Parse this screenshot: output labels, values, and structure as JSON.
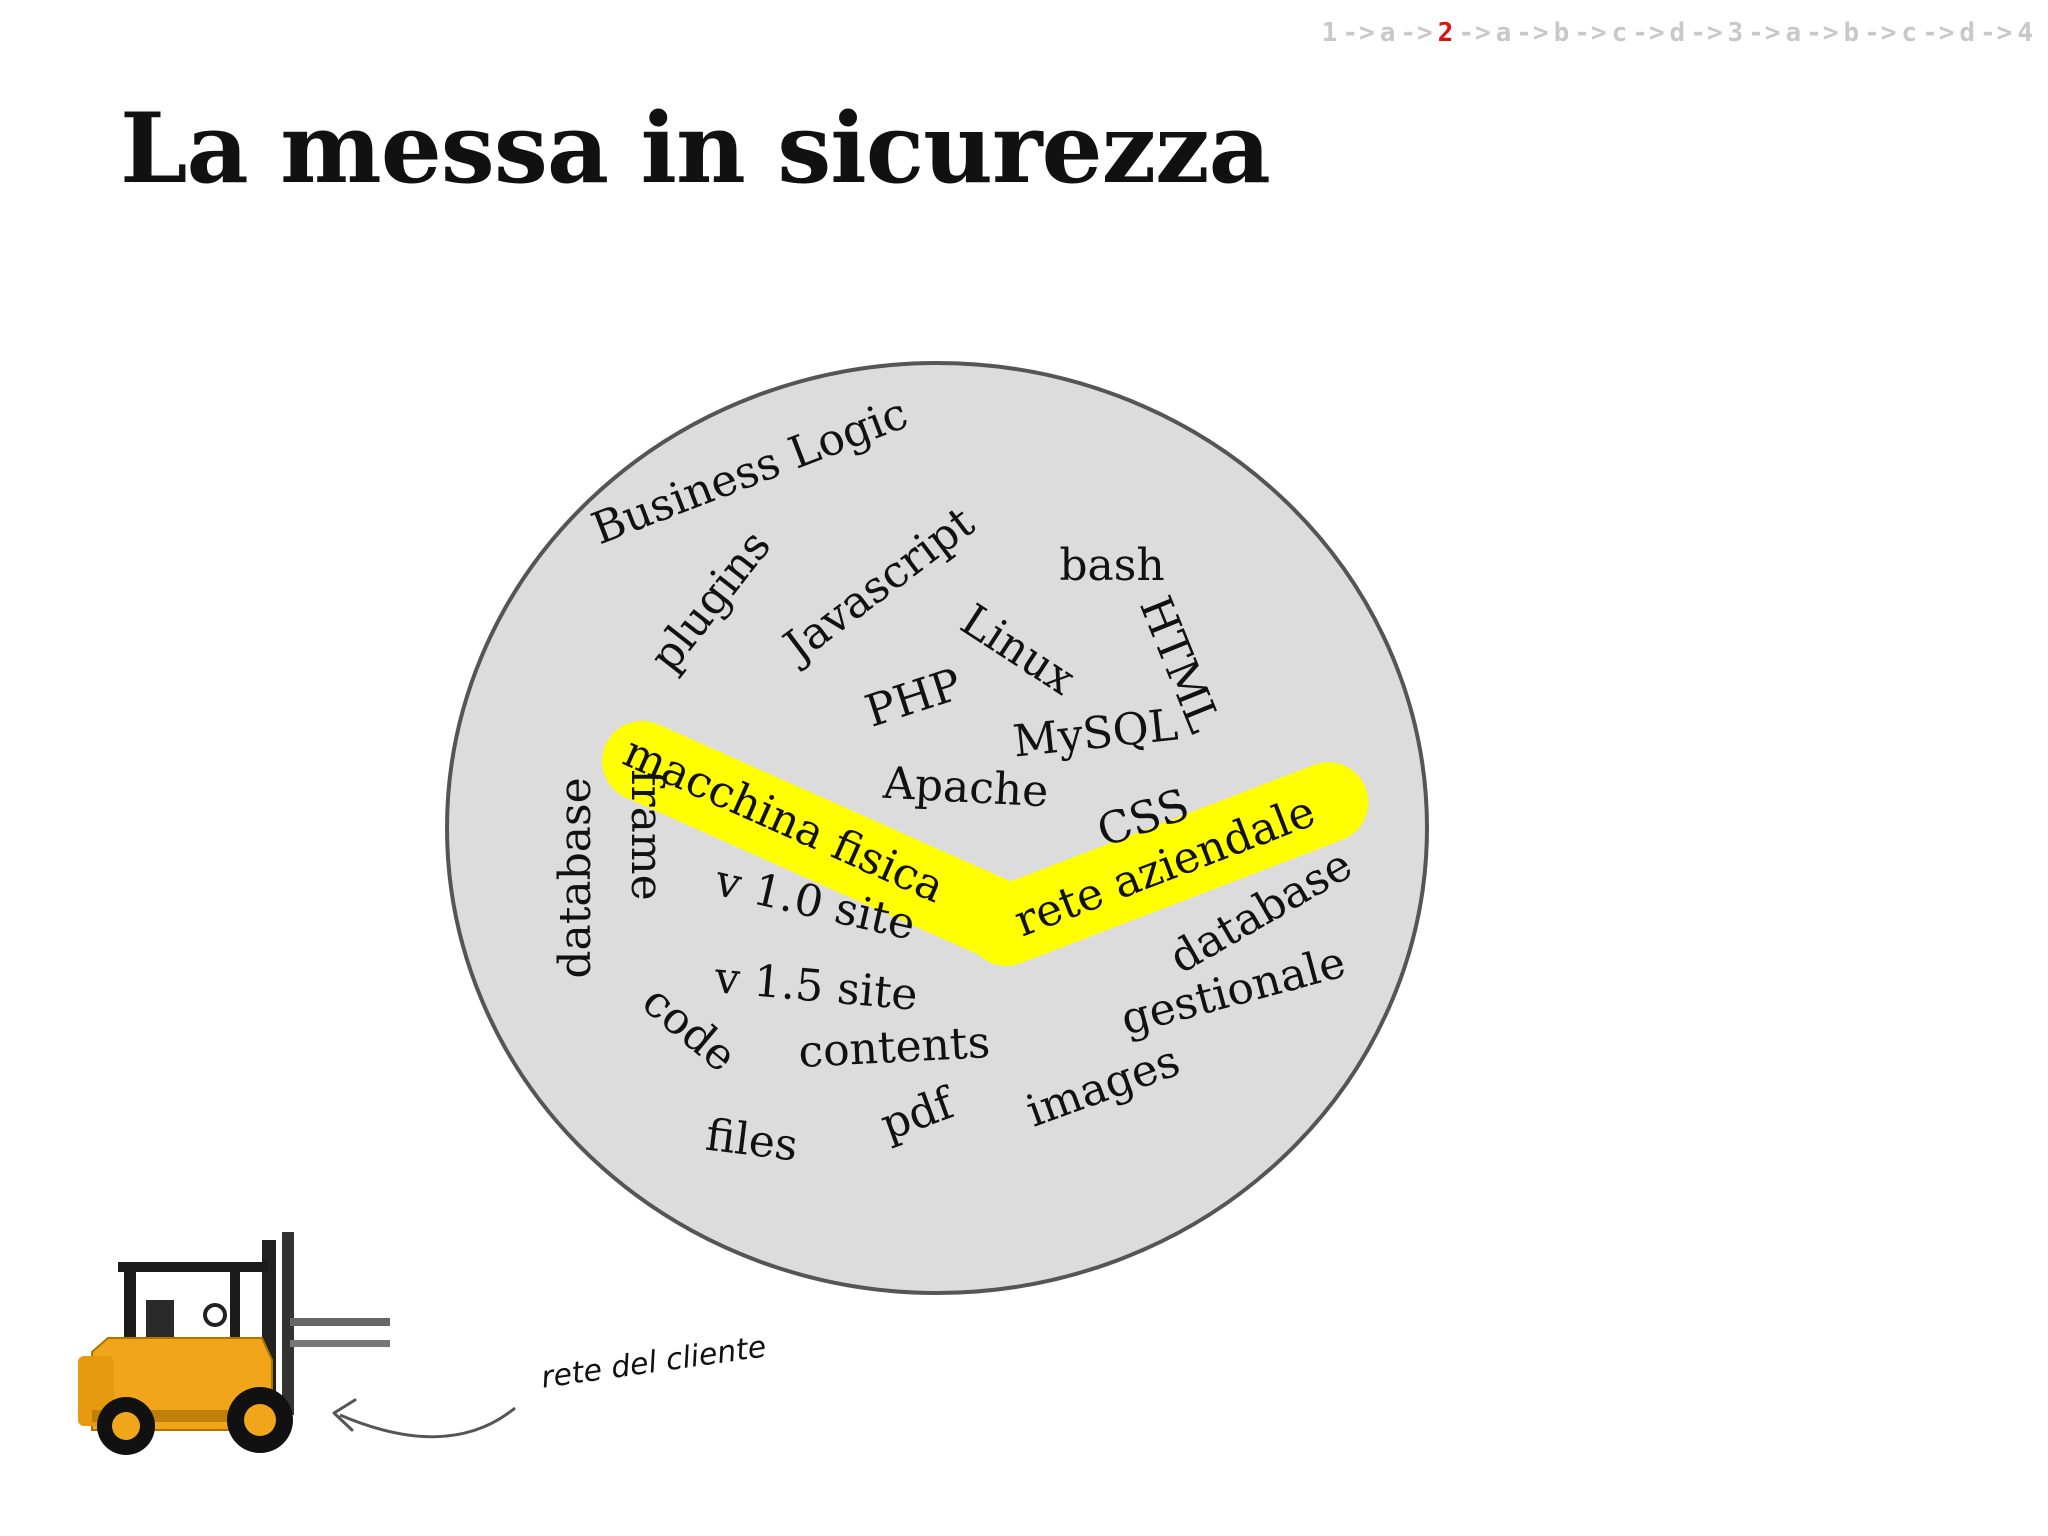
{
  "navigation": {
    "steps": [
      "1",
      "a",
      "2",
      "a",
      "b",
      "c",
      "d",
      "3",
      "a",
      "b",
      "c",
      "d",
      "4"
    ],
    "current_index": 2,
    "separator": "->",
    "current_color": "#e01010"
  },
  "slide": {
    "title": "La messa in sicurezza"
  },
  "diagram": {
    "circle_color": "#dcdcdc",
    "highlight_color": "#ffff00",
    "words": {
      "business_logic": "Business Logic",
      "plugins": "plugins",
      "javascript": "Javascript",
      "bash": "bash",
      "linux": "Linux",
      "html": "HTML",
      "php": "PHP",
      "mysql": "MySQL",
      "apache": "Apache",
      "css": "CSS",
      "database_left": "database",
      "frame": "frame",
      "v10_site": "v 1.0 site",
      "v15_site": "v 1.5 site",
      "code": "code",
      "contents": "contents",
      "database_right": "database",
      "gestionale": "gestionale",
      "images": "images",
      "pdf": "pdf",
      "files": "files"
    },
    "highlights": {
      "macchina_fisica": "macchina fisica",
      "rete_aziendale": "rete aziendale"
    }
  },
  "annotation": {
    "client_network_label": "rete del cliente",
    "forklift_icon": "forklift-icon"
  }
}
